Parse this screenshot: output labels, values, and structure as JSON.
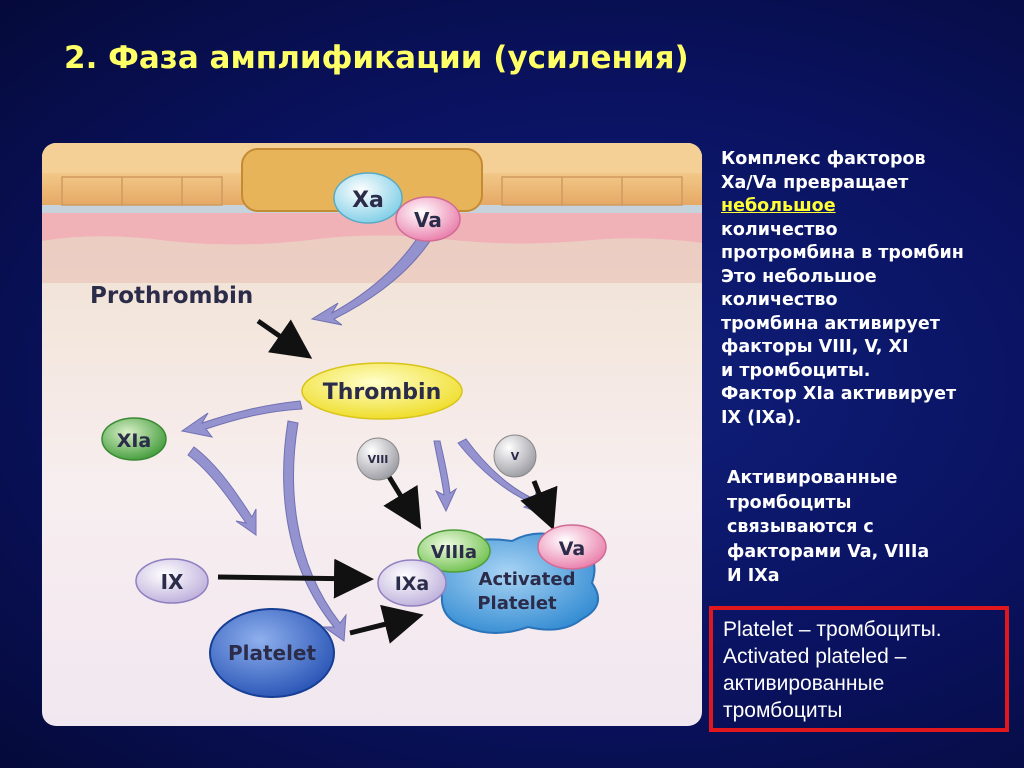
{
  "slide": {
    "title": "2. Фаза амплификации (усиления)"
  },
  "diagram": {
    "nodes": {
      "xa": "Xa",
      "va_top": "Va",
      "prothrombin": "Prothrombin",
      "thrombin": "Thrombin",
      "xia": "XIa",
      "viii": "VIII",
      "v": "V",
      "viiia": "VIIIa",
      "va": "Va",
      "ix": "IX",
      "ixa": "IXa",
      "activated_platelet_1": "Activated",
      "activated_platelet_2": "Platelet",
      "platelet": "Platelet"
    }
  },
  "description": {
    "block1": [
      "Комплекс факторов",
      "Xa/Va превращает",
      "небольшое ",
      "количество",
      "протромбина в тромбин",
      "Это небольшое",
      "количество",
      "тромбина активирует",
      "факторы VIII, V, XI",
      "и тромбоциты.",
      "Фактор XIa активирует",
      "IX (IXa)."
    ],
    "block2": [
      "Активированные",
      "тромбоциты",
      "связываются с",
      "факторами Va, VIIIa",
      "И IXa"
    ]
  },
  "note": {
    "lines": [
      "Platelet – тромбоциты.",
      "Activated plateled –",
      "активированные",
      "тромбоциты"
    ]
  },
  "colors": {
    "title": "#ffff66",
    "highlight": "#ffff33",
    "note_border": "#e0181e",
    "thrombin": "#f5e83a",
    "xia": "#5aa64a",
    "xa": "#a8e4f2",
    "va": "#f4a3c4",
    "platelet": "#2f64c8",
    "pathway_arrow": "#8f8fcf"
  }
}
